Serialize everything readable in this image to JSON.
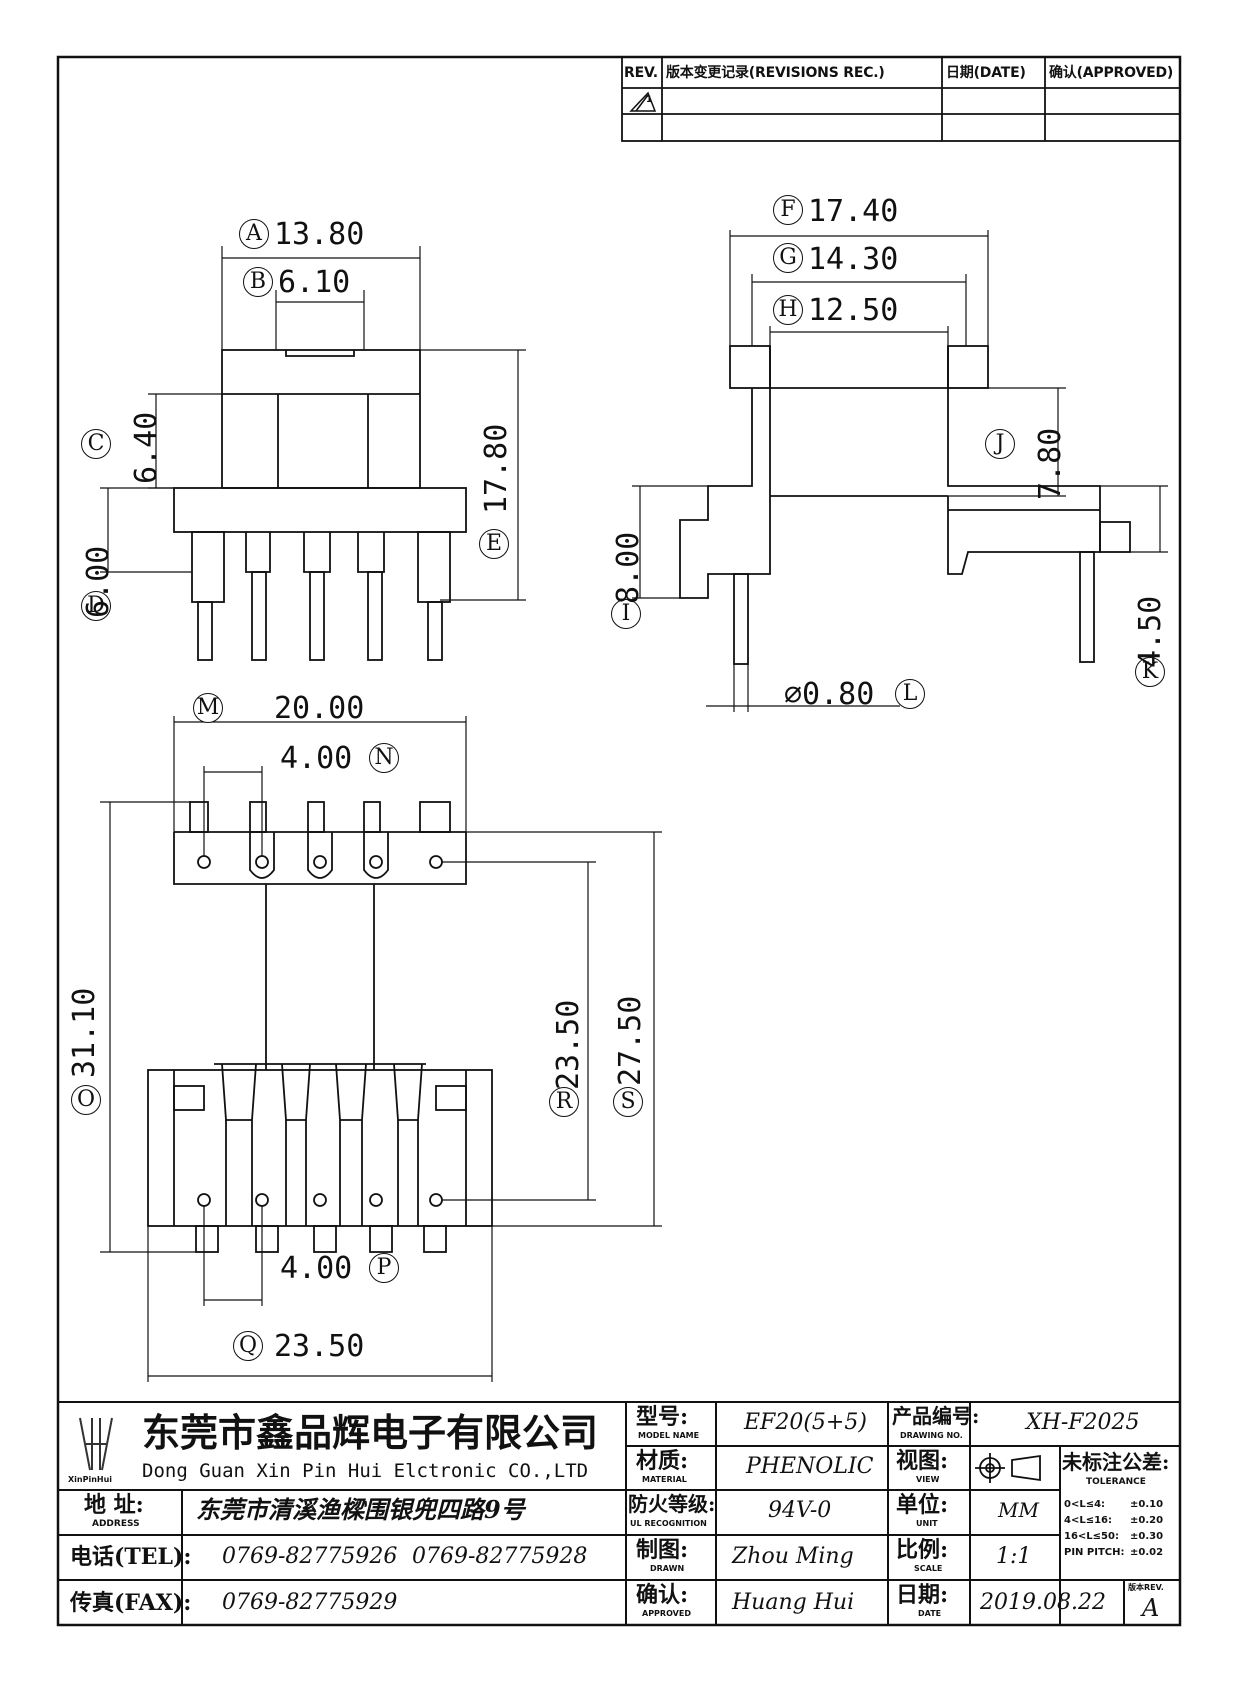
{
  "revisions": {
    "rev_header": "REV.",
    "record_header": "版本变更记录(REVISIONS REC.)",
    "date_header": "日期(DATE)",
    "approved_header": "确认(APPROVED)",
    "rev_mark": "1"
  },
  "dimensions": {
    "A": {
      "letter": "A",
      "value": "13.80"
    },
    "B": {
      "letter": "B",
      "value": "6.10"
    },
    "C": {
      "letter": "C",
      "value": "6.40"
    },
    "D": {
      "letter": "D",
      "value": "6.00"
    },
    "E": {
      "letter": "E",
      "value": "17.80"
    },
    "F": {
      "letter": "F",
      "value": "17.40"
    },
    "G": {
      "letter": "G",
      "value": "14.30"
    },
    "H": {
      "letter": "H",
      "value": "12.50"
    },
    "I": {
      "letter": "I",
      "value": "8.00"
    },
    "J": {
      "letter": "J",
      "value": "7.80"
    },
    "K": {
      "letter": "K",
      "value": "4.50"
    },
    "L": {
      "letter": "L",
      "value": "⌀0.80"
    },
    "M": {
      "letter": "M",
      "value": "20.00"
    },
    "N": {
      "letter": "N",
      "value": "4.00"
    },
    "O": {
      "letter": "O",
      "value": "31.10"
    },
    "P": {
      "letter": "P",
      "value": "4.00"
    },
    "Q": {
      "letter": "Q",
      "value": "23.50"
    },
    "R": {
      "letter": "R",
      "value": "23.50"
    },
    "S": {
      "letter": "S",
      "value": "27.50"
    }
  },
  "title_block": {
    "company_cn": "东莞市鑫品辉电子有限公司",
    "company_en": "Dong Guan Xin Pin Hui Elctronic CO.,LTD",
    "logo_text": "XinPinHui",
    "address_label": "地  址:",
    "address_label_en": "ADDRESS",
    "address": "东莞市清溪渔樑围银兜四路9号",
    "tel_label": "电话(TEL):",
    "tel1": "0769-82775926",
    "tel2": "0769-82775928",
    "fax_label": "传真(FAX):",
    "fax": "0769-82775929",
    "model_label": "型号:",
    "model_label_en": "MODEL NAME",
    "model": "EF20(5+5)",
    "material_label": "材质:",
    "material_label_en": "MATERIAL",
    "material": "PHENOLIC",
    "ul_label": "防火等级:",
    "ul_label_en": "UL RECOGNITION",
    "ul": "94V-0",
    "drawn_label": "制图:",
    "drawn_label_en": "DRAWN",
    "drawn": "Zhou Ming",
    "approved_label": "确认:",
    "approved_label_en": "APPROVED",
    "approved": "Huang Hui",
    "drawing_no_label": "产品编号:",
    "drawing_no_label_en": "DRAWING NO.",
    "drawing_no": "XH-F2025",
    "view_label": "视图:",
    "view_label_en": "VIEW",
    "unit_label": "单位:",
    "unit_label_en": "UNIT",
    "unit": "MM",
    "scale_label": "比例:",
    "scale_label_en": "SCALE",
    "scale": "1:1",
    "date_label": "日期:",
    "date_label_en": "DATE",
    "date": "2019.08.22",
    "tolerance_label": "未标注公差:",
    "tolerance_label_en": "TOLERANCE",
    "tolerances": [
      {
        "range": "0<L≤4:",
        "value": "±0.10"
      },
      {
        "range": "4<L≤16:",
        "value": "±0.20"
      },
      {
        "range": "16<L≤50:",
        "value": "±0.30"
      },
      {
        "range": "PIN PITCH:",
        "value": "±0.02"
      }
    ],
    "rev_label": "版本REV.",
    "rev": "A"
  }
}
